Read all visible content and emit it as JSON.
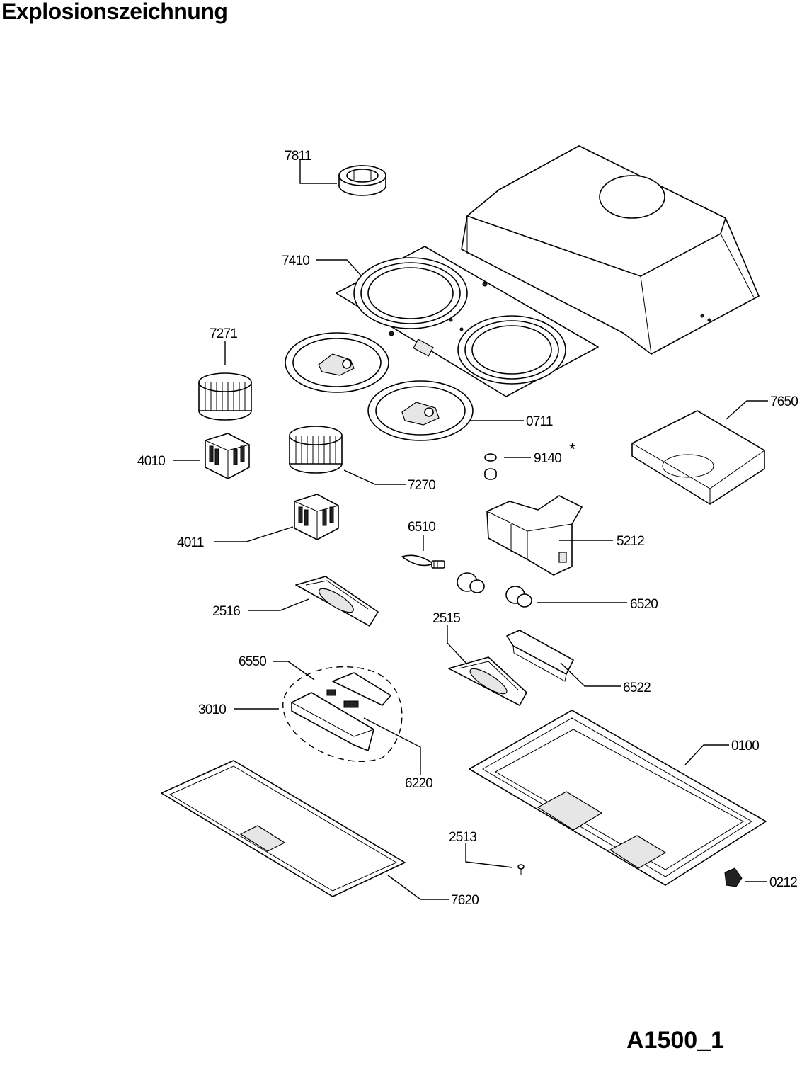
{
  "title": "Explosionszeichnung",
  "drawing_id": "A1500_1",
  "note_marker": "*",
  "part_labels": {
    "p7811": "7811",
    "p7410": "7410",
    "p7271": "7271",
    "p0711": "0711",
    "p7650": "7650",
    "p4010": "4010",
    "p9140": "9140",
    "p7270": "7270",
    "p4011": "4011",
    "p6510": "6510",
    "p5212": "5212",
    "p2516": "2516",
    "p6520": "6520",
    "p2515": "2515",
    "p6550": "6550",
    "p6522": "6522",
    "p3010": "3010",
    "p0100": "0100",
    "p6220": "6220",
    "p2513": "2513",
    "p0212": "0212",
    "p7620": "7620"
  }
}
